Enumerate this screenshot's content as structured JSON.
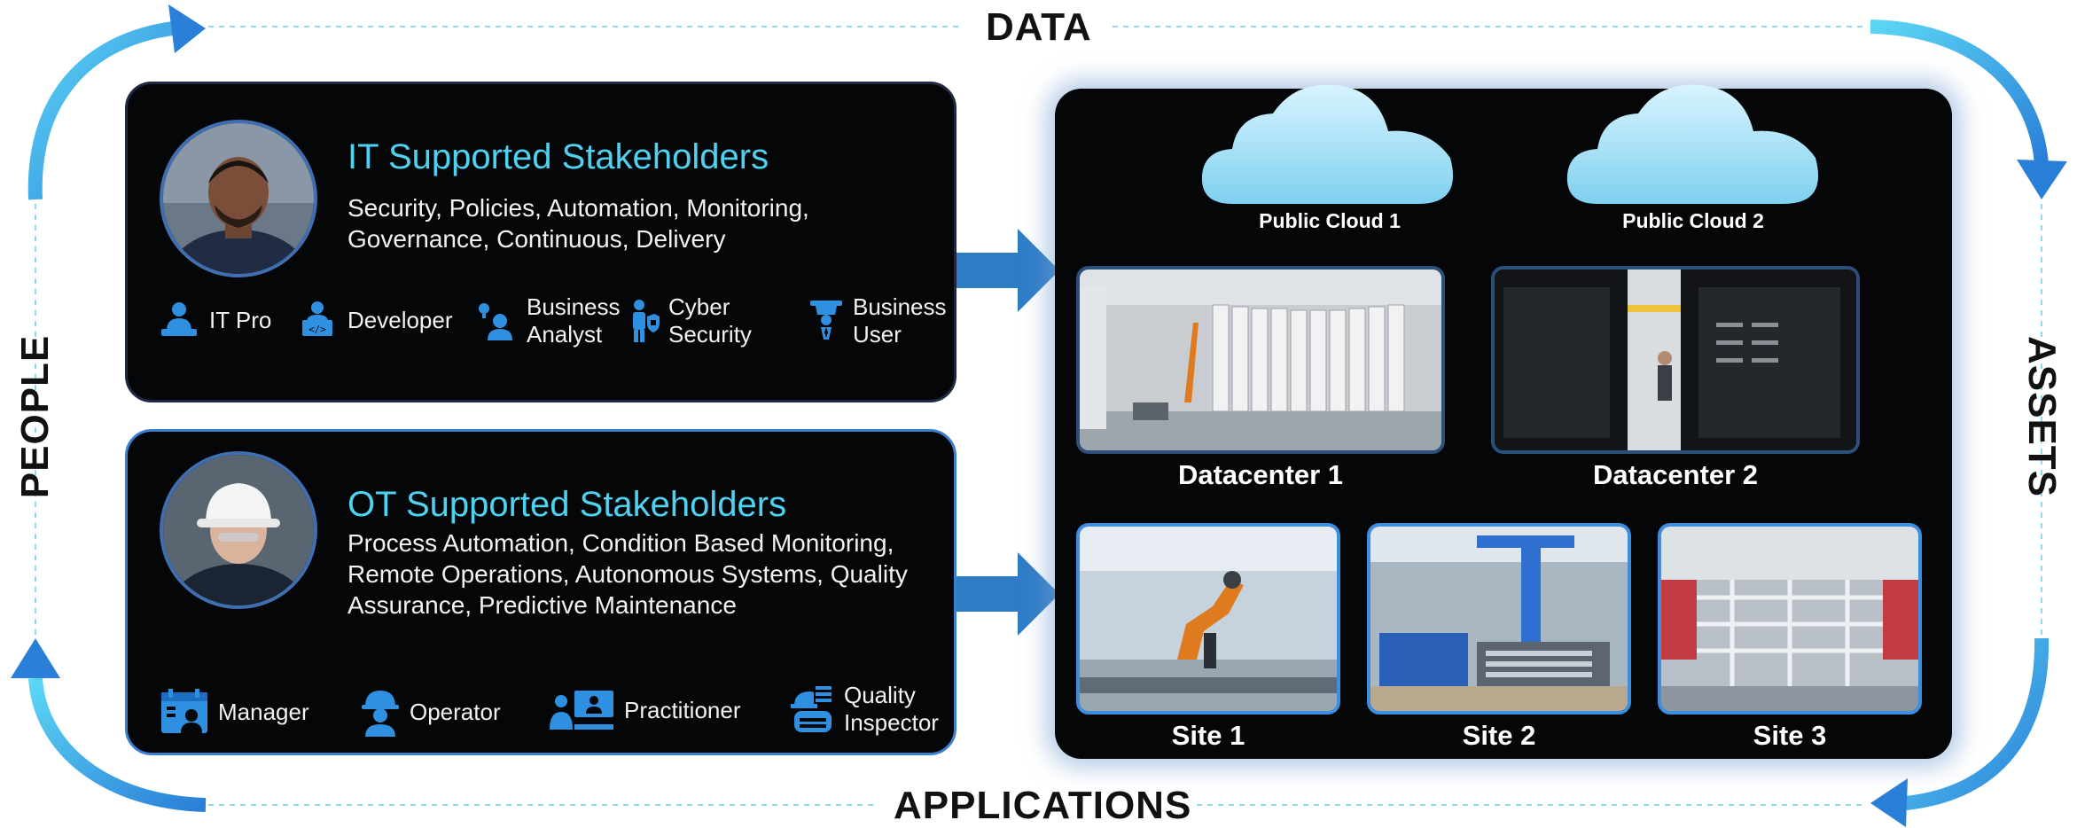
{
  "cycle": {
    "top": "DATA",
    "bottom": "APPLICATIONS",
    "left": "PEOPLE",
    "right": "ASSETS"
  },
  "it_card": {
    "title": "IT Supported Stakeholders",
    "description": "Security, Policies, Automation, Monitoring, Governance, Continuous, Delivery",
    "roles": [
      {
        "line1": "IT Pro",
        "line2": "",
        "icon": "laptop-person-icon"
      },
      {
        "line1": "Developer",
        "line2": "",
        "icon": "developer-laptop-icon"
      },
      {
        "line1": "Business",
        "line2": "Analyst",
        "icon": "business-analyst-icon"
      },
      {
        "line1": "Cyber",
        "line2": "Security",
        "icon": "cyber-security-icon"
      },
      {
        "line1": "Business",
        "line2": "User",
        "icon": "business-user-icon"
      }
    ]
  },
  "ot_card": {
    "title": "OT Supported Stakeholders",
    "description": "Process Automation, Condition Based Monitoring, Remote Operations, Autonomous Systems, Quality Assurance, Predictive Maintenance",
    "roles": [
      {
        "line1": "Manager",
        "line2": "",
        "icon": "manager-calendar-icon"
      },
      {
        "line1": "Operator",
        "line2": "",
        "icon": "operator-hardhat-icon"
      },
      {
        "line1": "Practitioner",
        "line2": "",
        "icon": "practitioner-screens-icon"
      },
      {
        "line1": "Quality",
        "line2": "Inspector",
        "icon": "quality-inspector-icon"
      }
    ]
  },
  "assets": {
    "clouds": [
      "Public Cloud 1",
      "Public Cloud 2"
    ],
    "datacenters": [
      "Datacenter 1",
      "Datacenter 2"
    ],
    "sites": [
      "Site 1",
      "Site 2",
      "Site 3"
    ]
  },
  "colors": {
    "accent_title": "#4fd2f0",
    "cycle_arrow": "#2fa8e8",
    "card_bg": "#050608",
    "icon_blue": "#2f8fe0"
  }
}
